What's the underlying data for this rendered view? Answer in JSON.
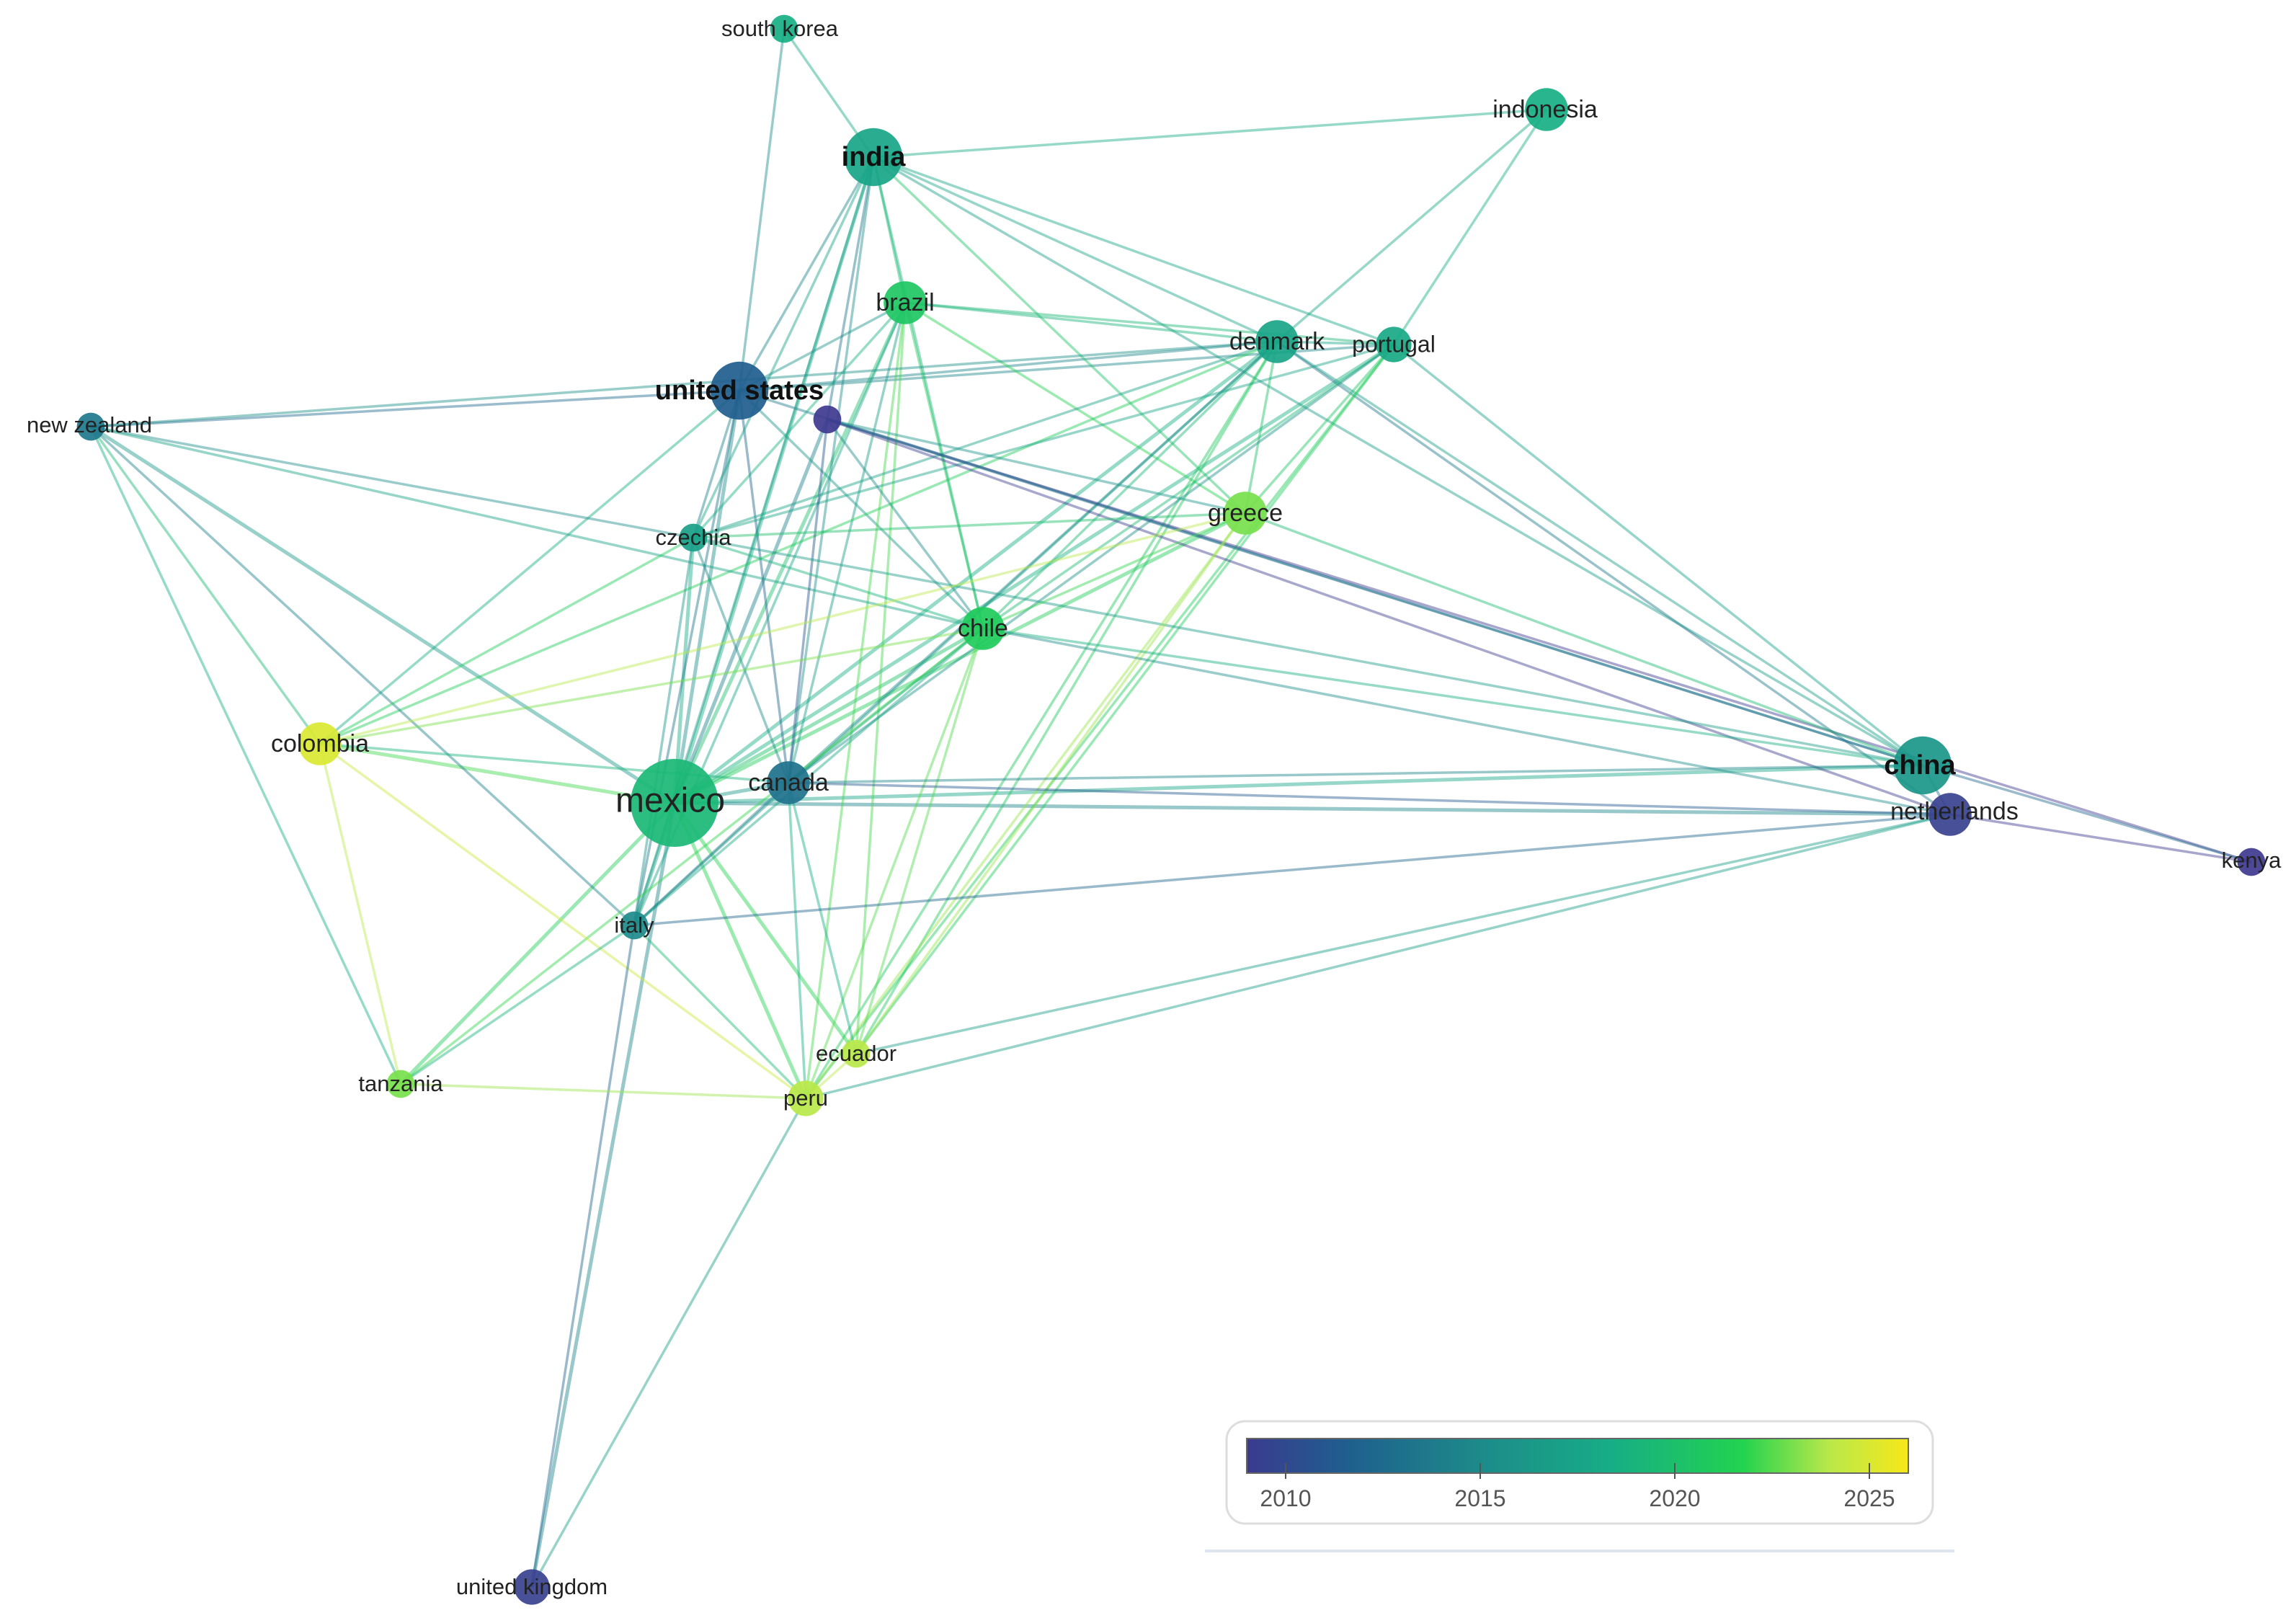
{
  "network": {
    "nodes": [
      {
        "id": "mexico",
        "label": "mexico",
        "weight": 10,
        "year": 2019.4
      },
      {
        "id": "united_states",
        "label": "united states",
        "weight": 6,
        "year": 2011.5
      },
      {
        "id": "india",
        "label": "india",
        "weight": 6,
        "year": 2017.6
      },
      {
        "id": "china",
        "label": "china",
        "weight": 6,
        "year": 2016.2
      },
      {
        "id": "brazil",
        "label": "brazil",
        "weight": 4,
        "year": 2020.5
      },
      {
        "id": "denmark",
        "label": "denmark",
        "weight": 4,
        "year": 2017.5
      },
      {
        "id": "portugal",
        "label": "portugal",
        "weight": 3,
        "year": 2018.0
      },
      {
        "id": "indonesia",
        "label": "indonesia",
        "weight": 4,
        "year": 2018.5
      },
      {
        "id": "south_korea",
        "label": "south korea",
        "weight": 2,
        "year": 2018.5
      },
      {
        "id": "new_zealand",
        "label": "new zealand",
        "weight": 2,
        "year": 2013.5
      },
      {
        "id": "unlabeled_node",
        "label": "",
        "weight": 2,
        "year": 2009.0
      },
      {
        "id": "czechia",
        "label": "czechia",
        "weight": 2,
        "year": 2017.0
      },
      {
        "id": "greece",
        "label": "greece",
        "weight": 4,
        "year": 2023.0
      },
      {
        "id": "chile",
        "label": "chile",
        "weight": 4,
        "year": 2021.0
      },
      {
        "id": "colombia",
        "label": "colombia",
        "weight": 4,
        "year": 2025.0
      },
      {
        "id": "canada",
        "label": "canada",
        "weight": 4,
        "year": 2013.0
      },
      {
        "id": "netherlands",
        "label": "netherlands",
        "weight": 4,
        "year": 2009.5
      },
      {
        "id": "kenya",
        "label": "kenya",
        "weight": 2,
        "year": 2008.5
      },
      {
        "id": "italy",
        "label": "italy",
        "weight": 2,
        "year": 2015.0
      },
      {
        "id": "tanzania",
        "label": "tanzania",
        "weight": 2,
        "year": 2023.0
      },
      {
        "id": "ecuador",
        "label": "ecuador",
        "weight": 2,
        "year": 2024.0
      },
      {
        "id": "peru",
        "label": "peru",
        "weight": 3,
        "year": 2024.0
      },
      {
        "id": "united_kingdom",
        "label": "united kingdom",
        "weight": 3,
        "year": 2009.5
      }
    ],
    "links": [
      [
        "mexico",
        "united_states"
      ],
      [
        "mexico",
        "india"
      ],
      [
        "mexico",
        "china"
      ],
      [
        "mexico",
        "brazil"
      ],
      [
        "mexico",
        "denmark"
      ],
      [
        "mexico",
        "portugal"
      ],
      [
        "mexico",
        "new_zealand"
      ],
      [
        "mexico",
        "czechia"
      ],
      [
        "mexico",
        "greece"
      ],
      [
        "mexico",
        "chile"
      ],
      [
        "mexico",
        "colombia"
      ],
      [
        "mexico",
        "canada"
      ],
      [
        "mexico",
        "netherlands"
      ],
      [
        "mexico",
        "italy"
      ],
      [
        "mexico",
        "tanzania"
      ],
      [
        "mexico",
        "ecuador"
      ],
      [
        "mexico",
        "peru"
      ],
      [
        "mexico",
        "united_kingdom"
      ],
      [
        "mexico",
        "unlabeled_node"
      ],
      [
        "united_states",
        "india"
      ],
      [
        "united_states",
        "south_korea"
      ],
      [
        "united_states",
        "new_zealand"
      ],
      [
        "united_states",
        "denmark"
      ],
      [
        "united_states",
        "portugal"
      ],
      [
        "united_states",
        "brazil"
      ],
      [
        "united_states",
        "chile"
      ],
      [
        "united_states",
        "czechia"
      ],
      [
        "united_states",
        "canada"
      ],
      [
        "united_states",
        "colombia"
      ],
      [
        "united_states",
        "italy"
      ],
      [
        "united_states",
        "china"
      ],
      [
        "india",
        "brazil"
      ],
      [
        "india",
        "denmark"
      ],
      [
        "india",
        "portugal"
      ],
      [
        "india",
        "south_korea"
      ],
      [
        "india",
        "china"
      ],
      [
        "india",
        "chile"
      ],
      [
        "india",
        "czechia"
      ],
      [
        "india",
        "italy"
      ],
      [
        "india",
        "greece"
      ],
      [
        "india",
        "unlabeled_node"
      ],
      [
        "india",
        "canada"
      ],
      [
        "brazil",
        "denmark"
      ],
      [
        "brazil",
        "portugal"
      ],
      [
        "brazil",
        "chile"
      ],
      [
        "brazil",
        "greece"
      ],
      [
        "brazil",
        "peru"
      ],
      [
        "brazil",
        "ecuador"
      ],
      [
        "brazil",
        "czechia"
      ],
      [
        "brazil",
        "canada"
      ],
      [
        "brazil",
        "italy"
      ],
      [
        "denmark",
        "portugal"
      ],
      [
        "denmark",
        "chile"
      ],
      [
        "denmark",
        "china"
      ],
      [
        "denmark",
        "greece"
      ],
      [
        "denmark",
        "czechia"
      ],
      [
        "denmark",
        "canada"
      ],
      [
        "denmark",
        "italy"
      ],
      [
        "denmark",
        "new_zealand"
      ],
      [
        "denmark",
        "colombia"
      ],
      [
        "denmark",
        "peru"
      ],
      [
        "denmark",
        "ecuador"
      ],
      [
        "denmark",
        "netherlands"
      ],
      [
        "portugal",
        "indonesia"
      ],
      [
        "portugal",
        "chile"
      ],
      [
        "portugal",
        "china"
      ],
      [
        "portugal",
        "greece"
      ],
      [
        "portugal",
        "czechia"
      ],
      [
        "portugal",
        "canada"
      ],
      [
        "portugal",
        "ecuador"
      ],
      [
        "portugal",
        "peru"
      ],
      [
        "indonesia",
        "denmark"
      ],
      [
        "indonesia",
        "india"
      ],
      [
        "new_zealand",
        "czechia"
      ],
      [
        "new_zealand",
        "colombia"
      ],
      [
        "new_zealand",
        "chile"
      ],
      [
        "new_zealand",
        "italy"
      ],
      [
        "new_zealand",
        "tanzania"
      ],
      [
        "unlabeled_node",
        "netherlands"
      ],
      [
        "unlabeled_node",
        "kenya"
      ],
      [
        "unlabeled_node",
        "china"
      ],
      [
        "unlabeled_node",
        "chile"
      ],
      [
        "unlabeled_node",
        "canada"
      ],
      [
        "unlabeled_node",
        "greece"
      ],
      [
        "czechia",
        "chile"
      ],
      [
        "czechia",
        "italy"
      ],
      [
        "czechia",
        "canada"
      ],
      [
        "czechia",
        "china"
      ],
      [
        "czechia",
        "greece"
      ],
      [
        "greece",
        "chile"
      ],
      [
        "greece",
        "colombia"
      ],
      [
        "greece",
        "peru"
      ],
      [
        "greece",
        "ecuador"
      ],
      [
        "greece",
        "china"
      ],
      [
        "chile",
        "colombia"
      ],
      [
        "chile",
        "canada"
      ],
      [
        "chile",
        "peru"
      ],
      [
        "chile",
        "ecuador"
      ],
      [
        "chile",
        "italy"
      ],
      [
        "chile",
        "tanzania"
      ],
      [
        "chile",
        "china"
      ],
      [
        "chile",
        "netherlands"
      ],
      [
        "colombia",
        "tanzania"
      ],
      [
        "colombia",
        "peru"
      ],
      [
        "colombia",
        "canada"
      ],
      [
        "colombia",
        "czechia"
      ],
      [
        "canada",
        "china"
      ],
      [
        "canada",
        "netherlands"
      ],
      [
        "canada",
        "peru"
      ],
      [
        "canada",
        "italy"
      ],
      [
        "canada",
        "ecuador"
      ],
      [
        "china",
        "netherlands"
      ],
      [
        "china",
        "kenya"
      ],
      [
        "netherlands",
        "kenya"
      ],
      [
        "netherlands",
        "italy"
      ],
      [
        "netherlands",
        "peru"
      ],
      [
        "netherlands",
        "ecuador"
      ],
      [
        "italy",
        "peru"
      ],
      [
        "italy",
        "tanzania"
      ],
      [
        "italy",
        "united_kingdom"
      ],
      [
        "peru",
        "ecuador"
      ],
      [
        "peru",
        "tanzania"
      ],
      [
        "peru",
        "united_kingdom"
      ]
    ]
  },
  "legend": {
    "colorscale": [
      "#440154",
      "#3b528b",
      "#21918c",
      "#5ec962",
      "#fde725"
    ],
    "ticks": [
      {
        "value": 2010,
        "label": "2010"
      },
      {
        "value": 2015,
        "label": "2015"
      },
      {
        "value": 2020,
        "label": "2020"
      },
      {
        "value": 2025,
        "label": "2025"
      }
    ],
    "range": [
      2009,
      2026
    ]
  }
}
